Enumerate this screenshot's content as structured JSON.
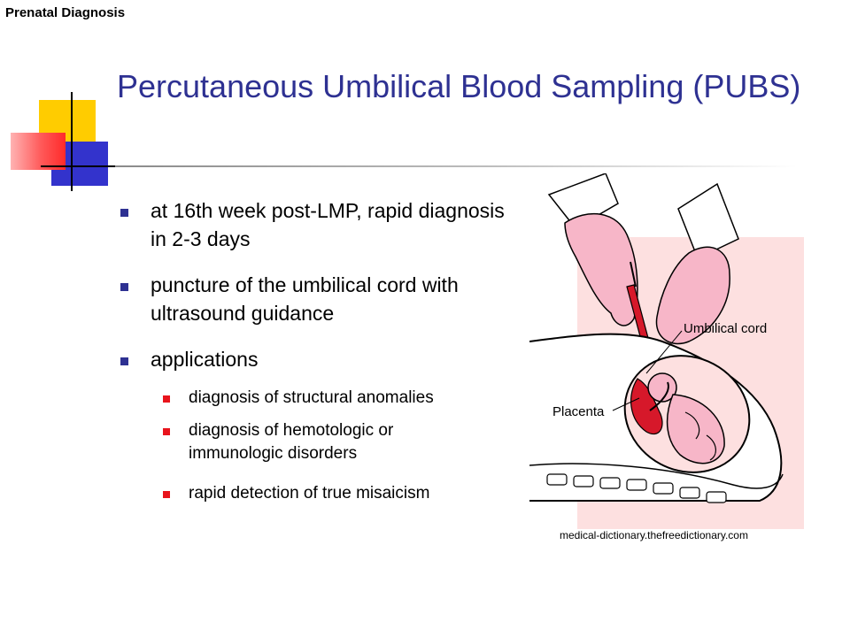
{
  "slide": {
    "header_label": "Prenatal Diagnosis",
    "title": "Percutaneous Umbilical Blood Sampling (PUBS)",
    "bullets": [
      {
        "text": "at 16th week post-LMP, rapid diagnosis in 2-3 days"
      },
      {
        "text": "puncture of the umbilical cord with ultrasound guidance"
      },
      {
        "text": "applications"
      }
    ],
    "sub_bullets": [
      {
        "text": "diagnosis of structural anomalies"
      },
      {
        "text": "diagnosis of hemotologic or immunologic disorders"
      },
      {
        "text": "rapid detection of true misaicism"
      }
    ]
  },
  "figure": {
    "labels": {
      "umbilical_cord": "Umbilical cord",
      "placenta": "Placenta"
    },
    "caption": "medical-dictionary.thefreedictionary.com",
    "colors": {
      "background": "#fde0e0",
      "blood": "#d6182a",
      "glove": "#f7b6c8"
    }
  },
  "colors": {
    "title": "#2e3192",
    "bullet_marker": "#2e3192",
    "sub_bullet_marker": "#e8141c",
    "accent_yellow": "#ffcc00",
    "accent_blue": "#3333cc",
    "accent_red": "#ff2a2a"
  }
}
